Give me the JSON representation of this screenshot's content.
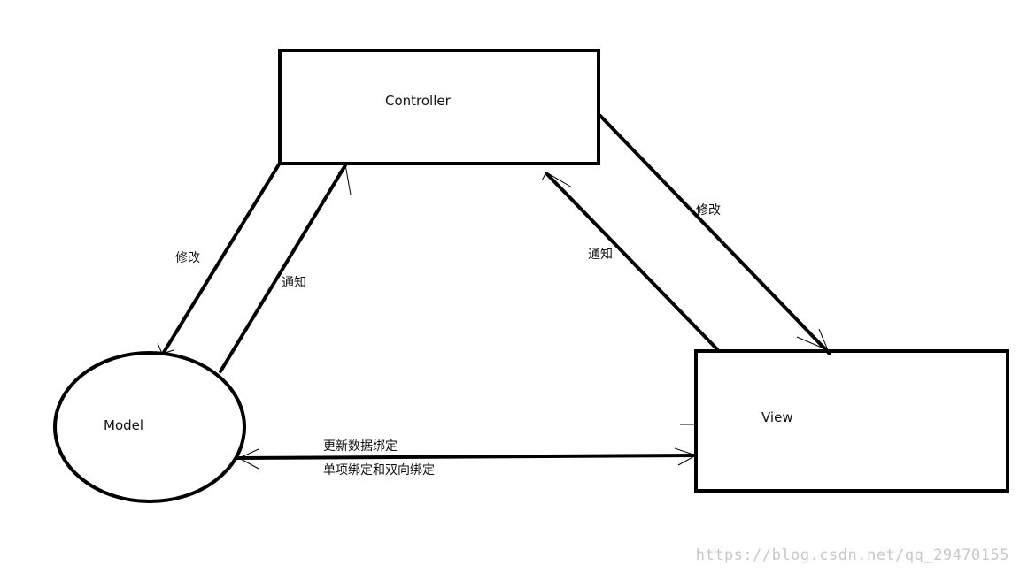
{
  "diagram": {
    "nodes": {
      "controller": {
        "label": "Controller"
      },
      "model": {
        "label": "Model"
      },
      "view": {
        "label": "View"
      }
    },
    "edges": {
      "controller_to_model": {
        "label": "修改"
      },
      "model_to_controller": {
        "label": "通知"
      },
      "controller_to_view": {
        "label": "修改"
      },
      "view_to_controller": {
        "label": "通知"
      },
      "model_view_line1": {
        "label": "更新数据绑定"
      },
      "model_view_line2": {
        "label": "单项绑定和双向绑定"
      }
    },
    "stroke_color": "#000000"
  },
  "watermark": {
    "text": "https://blog.csdn.net/qq_29470155"
  }
}
